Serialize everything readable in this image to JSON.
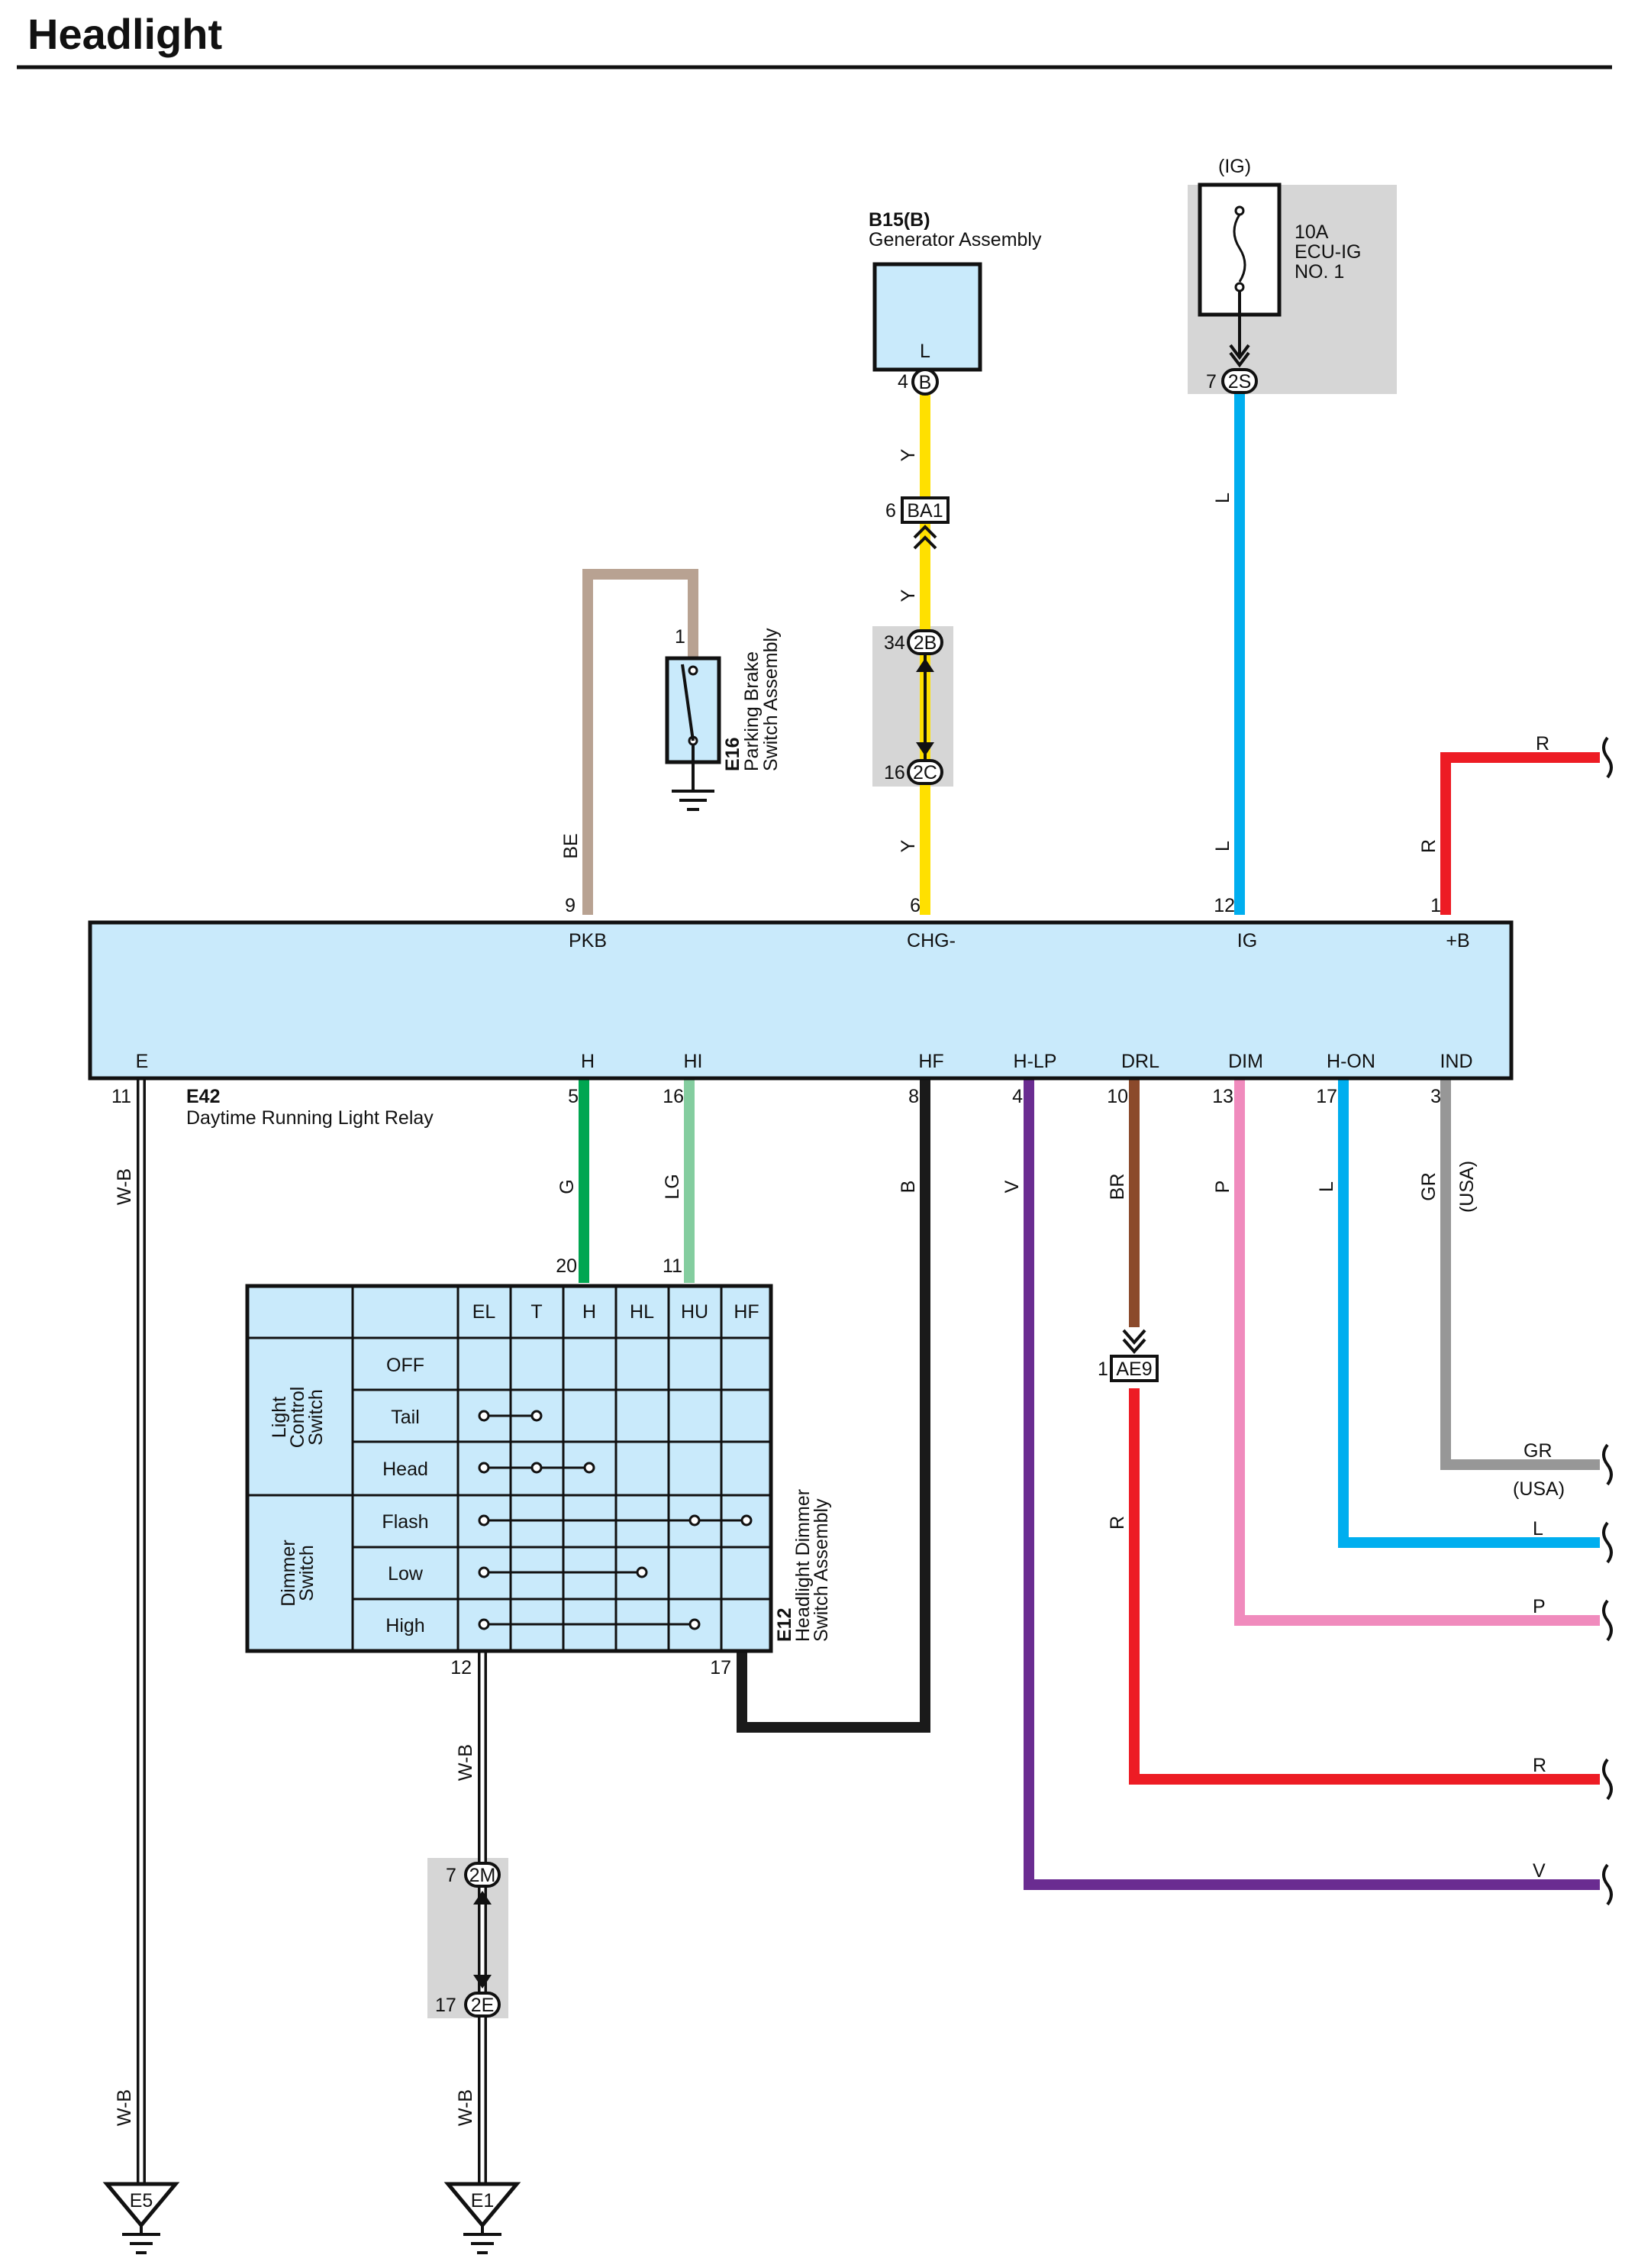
{
  "title": "Headlight",
  "fuse": {
    "group": "(IG)",
    "rating": "10A",
    "name_1": "ECU-IG",
    "name_2": "NO. 1",
    "pin": "7",
    "connector": "2S"
  },
  "generator": {
    "id": "B15(B)",
    "name": "Generator Assembly",
    "terminal": "L",
    "pin": "4",
    "connector": "B"
  },
  "parking_brake": {
    "id": "E16",
    "name_1": "Parking Brake",
    "name_2": "Switch Assembly",
    "pin": "1"
  },
  "relay": {
    "id": "E42",
    "name": "Daytime Running Light Relay",
    "top_terminals": [
      {
        "pin": "9",
        "name": "PKB"
      },
      {
        "pin": "6",
        "name": "CHG-"
      },
      {
        "pin": "12",
        "name": "IG"
      },
      {
        "pin": "1",
        "name": "+B"
      }
    ],
    "bottom_terminals": [
      {
        "pin": "11",
        "name": "E"
      },
      {
        "pin": "5",
        "name": "H"
      },
      {
        "pin": "16",
        "name": "HI"
      },
      {
        "pin": "8",
        "name": "HF"
      },
      {
        "pin": "4",
        "name": "H-LP"
      },
      {
        "pin": "10",
        "name": "DRL"
      },
      {
        "pin": "13",
        "name": "DIM"
      },
      {
        "pin": "17",
        "name": "H-ON"
      },
      {
        "pin": "3",
        "name": "IND"
      }
    ]
  },
  "connectors": {
    "ba1": {
      "pin": "6",
      "name": "BA1"
    },
    "c2b": {
      "pin": "34",
      "name": "2B"
    },
    "c2c": {
      "pin": "16",
      "name": "2C"
    },
    "ae9": {
      "pin": "1",
      "name": "AE9"
    },
    "c2m": {
      "pin": "7",
      "name": "2M"
    },
    "c2e": {
      "pin": "17",
      "name": "2E"
    }
  },
  "wires": {
    "be": "BE",
    "y1": "Y",
    "y2": "Y",
    "y3": "Y",
    "l_top1": "L",
    "l_top2": "L",
    "r_top": "R",
    "r_out": "R",
    "wb_left": "W-B",
    "g": "G",
    "lg": "LG",
    "b": "B",
    "v": "V",
    "br": "BR",
    "p": "P",
    "l_mid": "L",
    "gr": "GR",
    "usa": "(USA)",
    "r_ae9": "R",
    "wb_sw1": "W-B",
    "wb_sw2": "W-B",
    "wb_left2": "W-B",
    "out_gr": "GR",
    "out_usa": "(USA)",
    "out_l": "L",
    "out_p": "P",
    "out_r": "R",
    "out_v": "V"
  },
  "switch": {
    "id": "E12",
    "name_1": "Headlight Dimmer",
    "name_2": "Switch Assembly",
    "pin_h": "20",
    "pin_hu": "11",
    "pin_ground": "12",
    "pin_hf": "17",
    "columns": [
      "EL",
      "T",
      "H",
      "HL",
      "HU",
      "HF"
    ],
    "group1": [
      "Light",
      "Control",
      "Switch"
    ],
    "group2": [
      "Dimmer",
      "Switch"
    ],
    "rows": [
      "OFF",
      "Tail",
      "Head",
      "Flash",
      "Low",
      "High"
    ]
  },
  "grounds": {
    "e5": "E5",
    "e1": "E1"
  },
  "colors": {
    "yellow": "#ffe000",
    "blue": "#00aeef",
    "red": "#ed1c24",
    "tan": "#b8a292",
    "green": "#00a651",
    "light_green": "#84cd9f",
    "black": "#1a1a1a",
    "violet": "#6a2c91",
    "brown": "#8b4a2b",
    "pink": "#f08bbd",
    "gray": "#979797",
    "component": "#c9eafb",
    "shade": "#d6d6d6"
  }
}
